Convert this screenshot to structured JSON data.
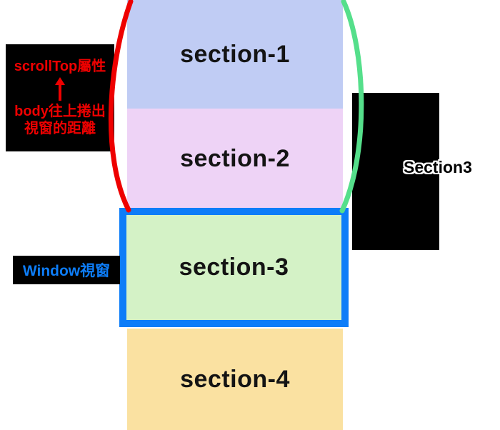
{
  "canvas": {
    "background": "#ffffff"
  },
  "sections": [
    {
      "id": "section-1",
      "label": "section-1",
      "color": "#c0ccf4"
    },
    {
      "id": "section-2",
      "label": "section-2",
      "color": "#eed3f6"
    },
    {
      "id": "section-3",
      "label": "section-3",
      "color": "#d4f2c6"
    },
    {
      "id": "section-4",
      "label": "section-4",
      "color": "#fae1a1"
    }
  ],
  "window_frame": {
    "border_color": "#0d7df8"
  },
  "annotations": {
    "scrolltop_box": {
      "line1": "scrollTop屬性",
      "line2": "body往上捲出",
      "line3": "視窗的距離",
      "text_color": "#ee0000",
      "background": "#000000"
    },
    "window_box": {
      "label": "Window視窗",
      "text_color": "#0d7df8",
      "background": "#000000"
    },
    "right_box": {
      "label": "Section3",
      "text_color": "#000000",
      "outline_color": "#ffffff",
      "background": "#000000"
    }
  },
  "curves": {
    "red_bracket_color": "#ee0000",
    "green_bracket_color": "#55df8b"
  }
}
